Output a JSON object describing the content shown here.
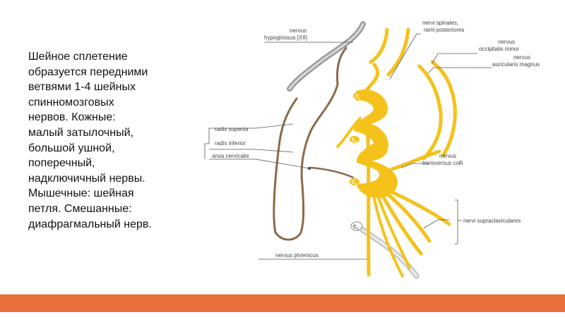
{
  "text": {
    "lines": [
      "Шейное сплетение",
      "образуется передними",
      "ветвями 1-4 шейных",
      "спинномозговых",
      "нервов. Кожные:",
      "малый затылочный,",
      "большой ушной,",
      "поперечный,",
      "надключичный нервы.",
      "Мышечные: шейная",
      "петля. Смешанные:",
      "диафрагмальный нерв."
    ]
  },
  "diagram": {
    "labels": {
      "hypoglossus_1": "nervus",
      "hypoglossus_2": "hypoglossus [XII]",
      "spinales_1": "nervi spinales,",
      "spinales_2": "rami posteriores",
      "occipitalis_1": "nervus",
      "occipitalis_2": "occipitalis minor",
      "auricularis_1": "nervus",
      "auricularis_2": "auricularis magnus",
      "radix_superior": "radix superior",
      "radix_inferior": "radix inferior",
      "ansa_cervicalis": "ansa cervicalis",
      "transversus_1": "nervus",
      "transversus_2": "transversus colli",
      "supraclaviculares": "nervi supraclaviculares",
      "phrenicus": "nervus phrenicus"
    },
    "vertebrae": {
      "c2": "C",
      "c2_sub": "II",
      "c3": "C",
      "c3_sub": "III",
      "c4": "C",
      "c4_sub": "IV",
      "c5": "C",
      "c5_sub": "V"
    },
    "colors": {
      "nerve_yellow": "#f4c21a",
      "brown_nerve": "#8b6a4a",
      "gray_nerve": "#9a9a9a",
      "leader_line": "#555555",
      "footer_orange": "#e8703a"
    }
  }
}
